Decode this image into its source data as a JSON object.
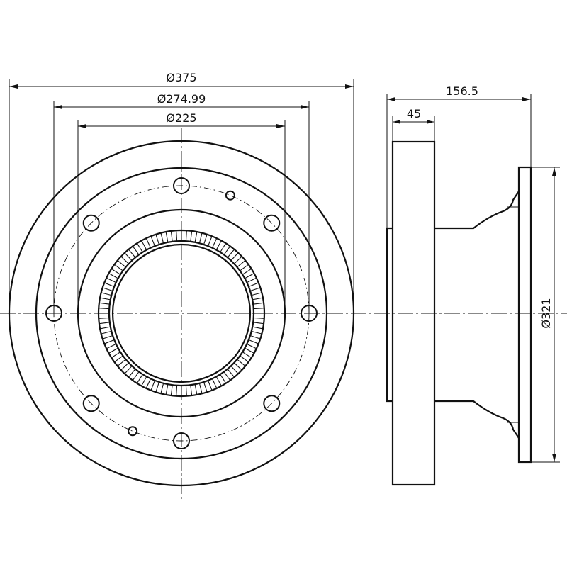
{
  "dimensions": {
    "outer_diameter": "Ø375",
    "pcd_diameter": "Ø274.99",
    "inner_diameter": "Ø225",
    "total_height": "156.5",
    "disc_thickness": "45",
    "hat_diameter": "Ø321"
  },
  "features": {
    "bolt_hole_count": 8,
    "small_hole_count": 2,
    "abs_ring_teeth": 100
  },
  "colors": {
    "line": "#111111",
    "background": "#ffffff"
  }
}
